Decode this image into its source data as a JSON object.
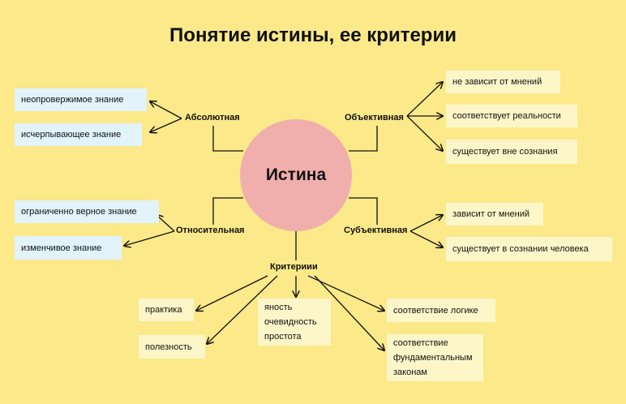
{
  "title": "Понятие истины, ее критерии",
  "center": "Истина",
  "labels": {
    "absolute": "Абсолютная",
    "objective": "Объективная",
    "relative": "Относительная",
    "subjective": "Субъективная",
    "criteria": "Критериии"
  },
  "absolute_items": [
    "неопровержимое знание",
    "исчерпывающее знание"
  ],
  "objective_items": [
    "не зависит от мнений",
    "соответствует реальности",
    "существует вне сознания"
  ],
  "relative_items": [
    "ограниченно верное знание",
    "изменчивое знание"
  ],
  "subjective_items": [
    "зависит от мнений",
    "существует в сознании человека"
  ],
  "criteria_items": {
    "practice": "практика",
    "usefulness": "полезность",
    "clarity": [
      "яность",
      "очевидность",
      "простота"
    ],
    "logic": "соответствие логике",
    "laws": [
      "соответствие",
      "фундаментальным",
      "законам"
    ]
  },
  "colors": {
    "background": "#fbe98a",
    "circle": "#f0aeac",
    "box_blue": "#e2f3fb",
    "box_cream": "#fdf6c8"
  }
}
